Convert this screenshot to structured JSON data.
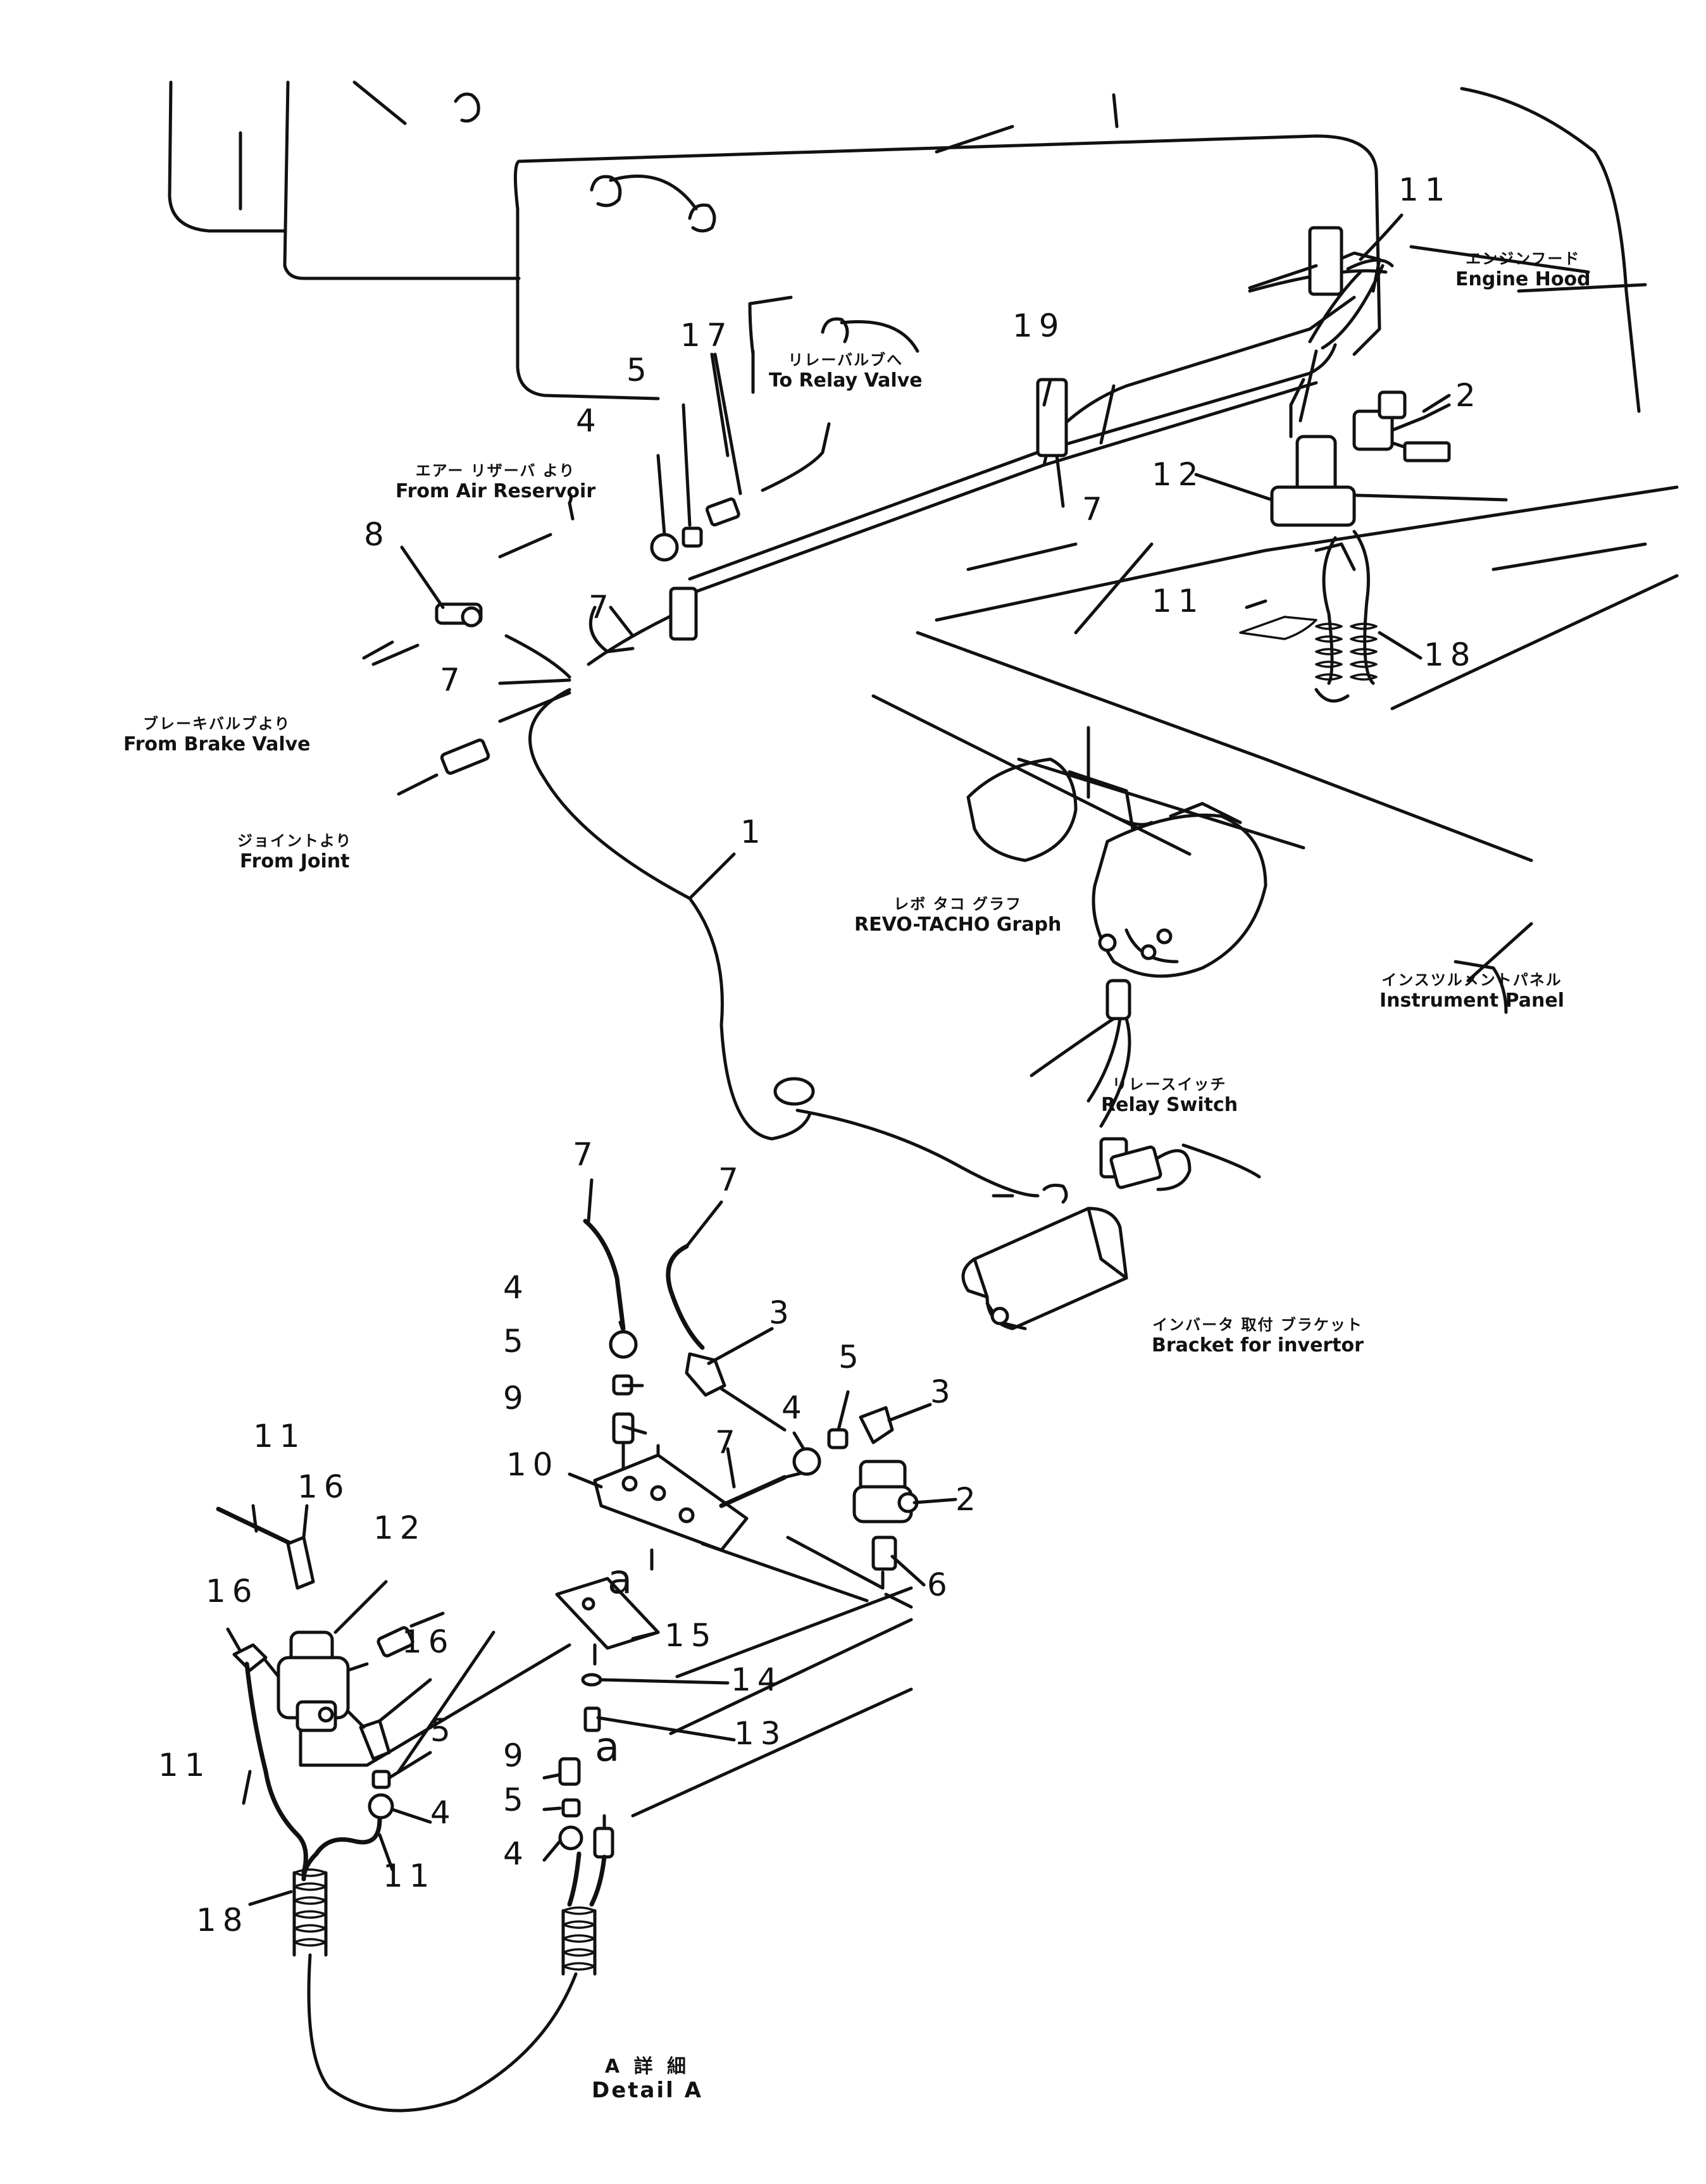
{
  "labels": {
    "engine_hood": {
      "jp": "エンジンフード",
      "en": "Engine Hood"
    },
    "relay_valve": {
      "jp": "リレーバルブへ",
      "en": "To Relay Valve"
    },
    "air_reservoir": {
      "jp": "エアー リザーバ より",
      "en": "From Air Reservoir"
    },
    "brake_valve": {
      "jp": "ブレーキバルブより",
      "en": "From Brake Valve"
    },
    "joint": {
      "jp": "ジョイントより",
      "en": "From Joint"
    },
    "revo_tacho": {
      "jp": "レボ タコ グラフ",
      "en": "REVO-TACHO Graph"
    },
    "instrument_panel": {
      "jp": "インスツルメントパネル",
      "en": "Instrument Panel"
    },
    "relay_switch": {
      "jp": "リレースイッチ",
      "en": "Relay Switch"
    },
    "invertor_bracket": {
      "jp": "インバータ 取付 ブラケット",
      "en": "Bracket for invertor"
    },
    "detail_a": {
      "jp": "A 詳 細",
      "en": "Detail A"
    }
  },
  "callouts": {
    "c11_top": "11",
    "c17": "17",
    "c19": "19",
    "c5_top": "5",
    "c4_top": "4",
    "c2_top": "2",
    "c12_top": "12",
    "c7_top": "7",
    "c11_mid": "11",
    "c18_top": "18",
    "c8": "8",
    "c7_a": "7",
    "c7_b": "7",
    "c1": "1",
    "c7_d1": "7",
    "c7_d2": "7",
    "c4_d1": "4",
    "c3_d1": "3",
    "c5_d1": "5",
    "c9_d1": "9",
    "c5_d2": "5",
    "c3_d2": "3",
    "c4_d2": "4",
    "c10": "10",
    "c7_d3": "7",
    "c2_d": "2",
    "c6": "6",
    "c15": "15",
    "c11_d1": "11",
    "c16_d1": "16",
    "c12_d": "12",
    "c16_d2": "16",
    "c16_d3": "16",
    "c14": "14",
    "c13": "13",
    "c5_d3": "5",
    "c9_d2": "9",
    "c5_d4": "5",
    "c4_d3": "4",
    "c4_d4": "4",
    "c11_d2": "11",
    "c11_d3": "11",
    "c18_d": "18",
    "a_top": "a",
    "a_bot": "a"
  }
}
